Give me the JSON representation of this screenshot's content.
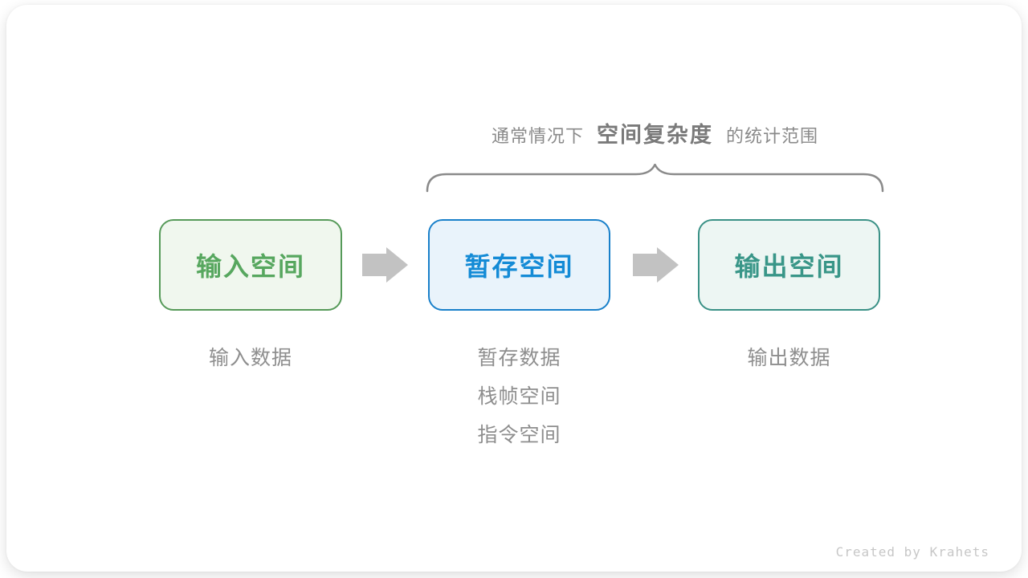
{
  "caption": {
    "prefix": "通常情况下",
    "highlight": "空间复杂度",
    "suffix": "的统计范围"
  },
  "boxes": [
    {
      "id": "input-space",
      "label": "输入空间",
      "notes": [
        "输入数据"
      ]
    },
    {
      "id": "temp-space",
      "label": "暂存空间",
      "notes": [
        "暂存数据",
        "栈帧空间",
        "指令空间"
      ]
    },
    {
      "id": "output-space",
      "label": "输出空间",
      "notes": [
        "输出数据"
      ]
    }
  ],
  "watermark": "Created by Krahets",
  "colors": {
    "green_border": "#569a59",
    "green_bg": "#f0f7ee",
    "green_text": "#57a75f",
    "blue_border": "#1980ca",
    "blue_bg": "#e9f3fb",
    "blue_text": "#148bd6",
    "teal_border": "#3a9186",
    "teal_bg": "#edf6f3",
    "teal_text": "#399688",
    "arrow_fill": "#c2c2c2",
    "brace_stroke": "#8a8a8a",
    "caption_text": "#8a8a8a",
    "caption_bold_text": "#7a7a7a",
    "note_text": "#8e8e8e",
    "watermark_text": "#c7c7c7"
  }
}
